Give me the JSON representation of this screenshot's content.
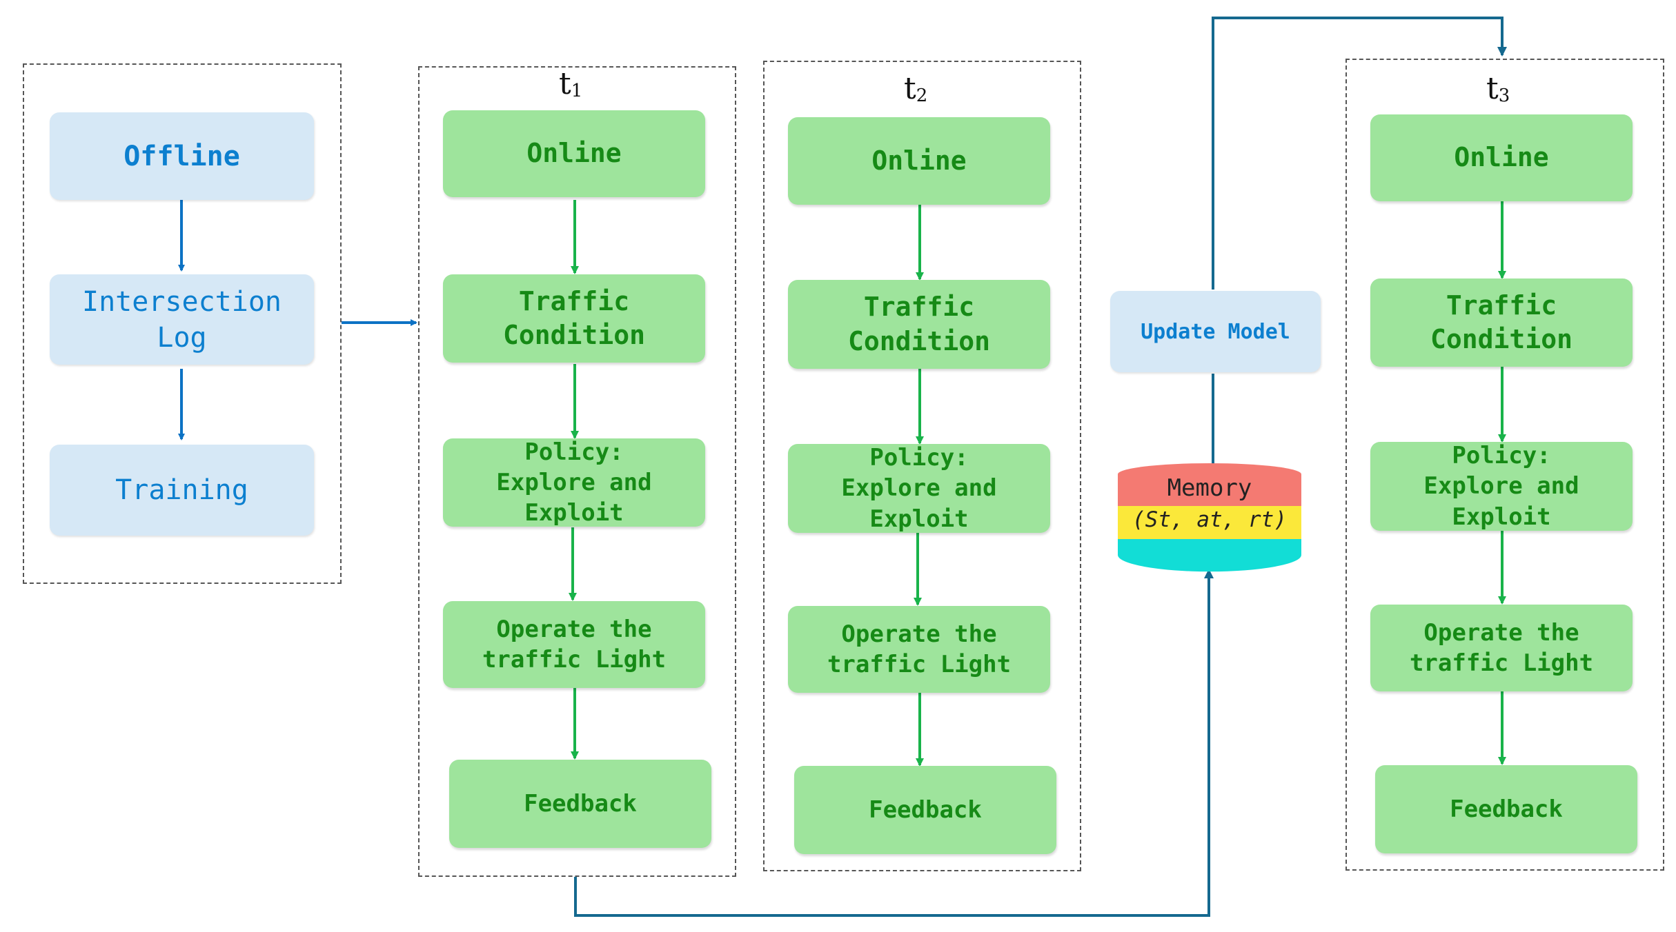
{
  "offline": {
    "title": "Offline",
    "log": "Intersection\nLog",
    "training": "Training"
  },
  "steps": [
    {
      "time": "t",
      "sub": "1",
      "online": "Online",
      "traffic": "Traffic\nCondition",
      "policy": "Policy:\nExplore and\nExploit",
      "operate": "Operate the\ntraffic Light",
      "feedback": "Feedback"
    },
    {
      "time": "t",
      "sub": "2",
      "online": "Online",
      "traffic": "Traffic\nCondition",
      "policy": "Policy:\nExplore and\nExploit",
      "operate": "Operate the\ntraffic Light",
      "feedback": "Feedback"
    },
    {
      "time": "t",
      "sub": "3",
      "online": "Online",
      "traffic": "Traffic\nCondition",
      "policy": "Policy:\nExplore and\nExploit",
      "operate": "Operate the\ntraffic Light",
      "feedback": "Feedback"
    }
  ],
  "update_model": "Update Model",
  "memory": {
    "title": "Memory",
    "tuple": "(St, at, rt)"
  },
  "colors": {
    "blue_box": "#d6e8f6",
    "blue_text": "#0c7fcf",
    "green_box": "#9ee49c",
    "green_text": "#168a16",
    "arrow_blue": "#0c72c4",
    "arrow_green": "#19b34a",
    "arrow_teal": "#15698f",
    "mem_red": "#f47a72",
    "mem_yellow": "#fbe83a",
    "mem_cyan": "#12ddd6"
  }
}
